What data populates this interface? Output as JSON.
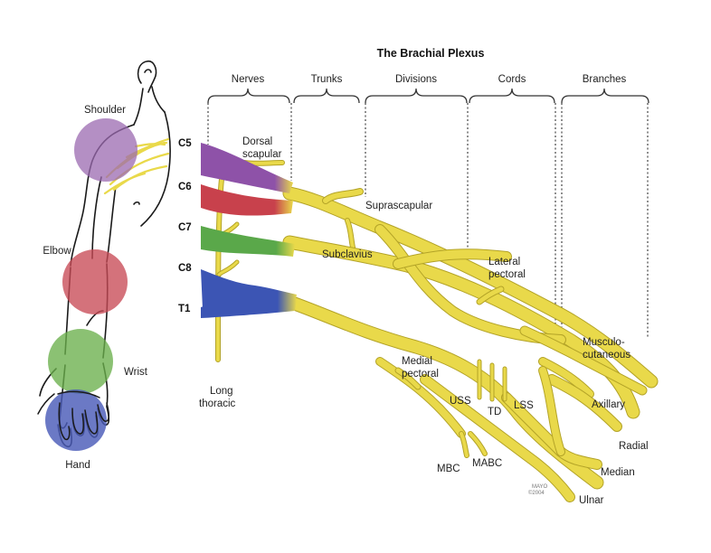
{
  "title": "The Brachial Plexus",
  "columns": [
    "Nerves",
    "Trunks",
    "Divisions",
    "Cords",
    "Branches"
  ],
  "roots": [
    "C5",
    "C6",
    "C7",
    "C8",
    "T1"
  ],
  "body_regions": {
    "shoulder": "Shoulder",
    "elbow": "Elbow",
    "wrist": "Wrist",
    "hand": "Hand"
  },
  "nerve_labels": {
    "dorsal_scapular_1": "Dorsal",
    "dorsal_scapular_2": "scapular",
    "suprascapular": "Suprascapular",
    "subclavius": "Subclavius",
    "lateral_pectoral_1": "Lateral",
    "lateral_pectoral_2": "pectoral",
    "musculocutaneous_1": "Musculo-",
    "musculocutaneous_2": "cutaneous",
    "medial_pectoral_1": "Medial",
    "medial_pectoral_2": "pectoral",
    "long_thoracic_1": "Long",
    "long_thoracic_2": "thoracic",
    "uss": "USS",
    "td": "TD",
    "lss": "LSS",
    "axillary": "Axillary",
    "radial": "Radial",
    "median": "Median",
    "ulnar": "Ulnar",
    "mbc": "MBC",
    "mabc": "MABC"
  },
  "signature": {
    "line1": "MAYO",
    "line2": "©2004"
  },
  "colors": {
    "nerve_yellow": "#e9d94a",
    "c5_purple": "#8e52a8",
    "c6_red": "#c8414c",
    "c7_green": "#5aa84a",
    "c8_t1_blue": "#3c55b4",
    "shoulder_circle": "#9b6ab0",
    "elbow_circle": "#c84a56",
    "wrist_circle": "#6ab04c",
    "hand_circle": "#4a5cb8"
  }
}
